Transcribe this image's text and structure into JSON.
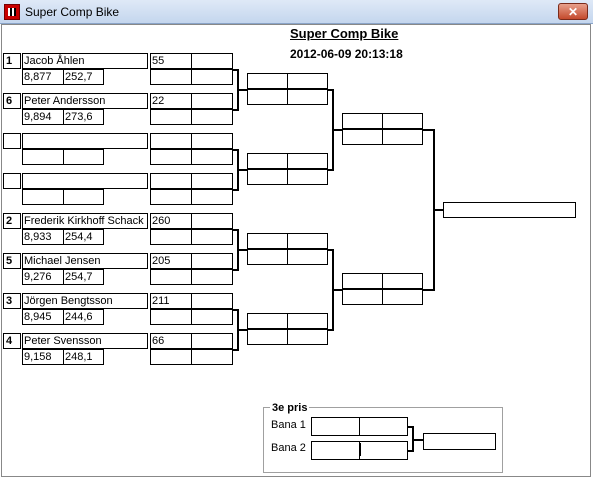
{
  "window": {
    "title": "Super Comp Bike",
    "close_label": "✕"
  },
  "header": {
    "title": "Super Comp Bike",
    "datetime": "2012-06-09 20:13:18"
  },
  "round1": [
    {
      "seed": "1",
      "name": "Jacob Åhlen",
      "rt": "8,877",
      "speed": "252,7",
      "score": "55"
    },
    {
      "seed": "6",
      "name": "Peter Andersson",
      "rt": "9,894",
      "speed": "273,6",
      "score": "22"
    },
    {
      "seed": "",
      "name": "",
      "rt": "",
      "speed": "",
      "score": ""
    },
    {
      "seed": "",
      "name": "",
      "rt": "",
      "speed": "",
      "score": ""
    },
    {
      "seed": "2",
      "name": "Frederik Kirkhoff Schack",
      "rt": "8,933",
      "speed": "254,4",
      "score": "260"
    },
    {
      "seed": "5",
      "name": "Michael Jensen",
      "rt": "9,276",
      "speed": "254,7",
      "score": "205"
    },
    {
      "seed": "3",
      "name": "Jörgen Bengtsson",
      "rt": "8,945",
      "speed": "244,6",
      "score": "211"
    },
    {
      "seed": "4",
      "name": "Peter Svensson",
      "rt": "9,158",
      "speed": "248,1",
      "score": "66"
    }
  ],
  "third_place": {
    "title": "3e pris",
    "lane1_label": "Bana 1",
    "lane2_label": "Bana 2"
  }
}
